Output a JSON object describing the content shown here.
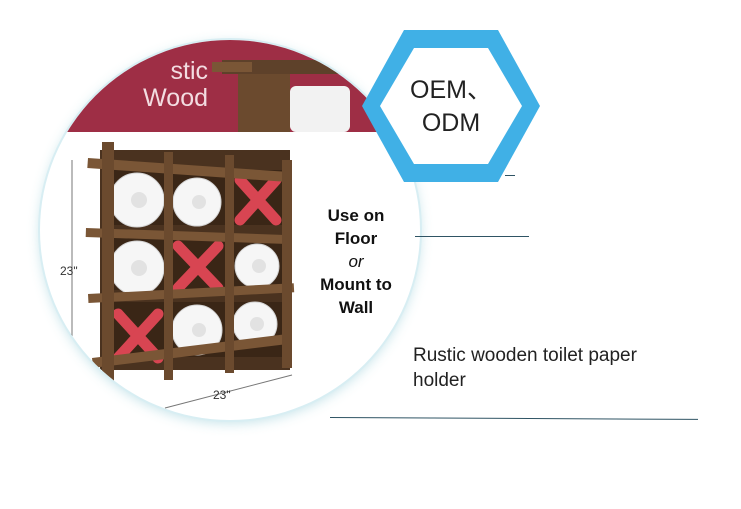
{
  "banner": {
    "text_line1": "stic",
    "text_line2": "Wood"
  },
  "badge": {
    "line1": "OEM、",
    "line2": "ODM"
  },
  "product": {
    "usage_line1": "Use on",
    "usage_line2": "Floor",
    "usage_line3": "or",
    "usage_line4": "Mount to",
    "usage_line5": "Wall",
    "height_dimension": "23\"",
    "width_dimension": "23\""
  },
  "caption": {
    "line1": "Rustic wooden toilet paper",
    "line2": "holder"
  },
  "colors": {
    "banner": "#9e2e45",
    "wood": "#6b4a2e",
    "x_mark": "#d84552",
    "badge_border": "#40b0e6"
  }
}
